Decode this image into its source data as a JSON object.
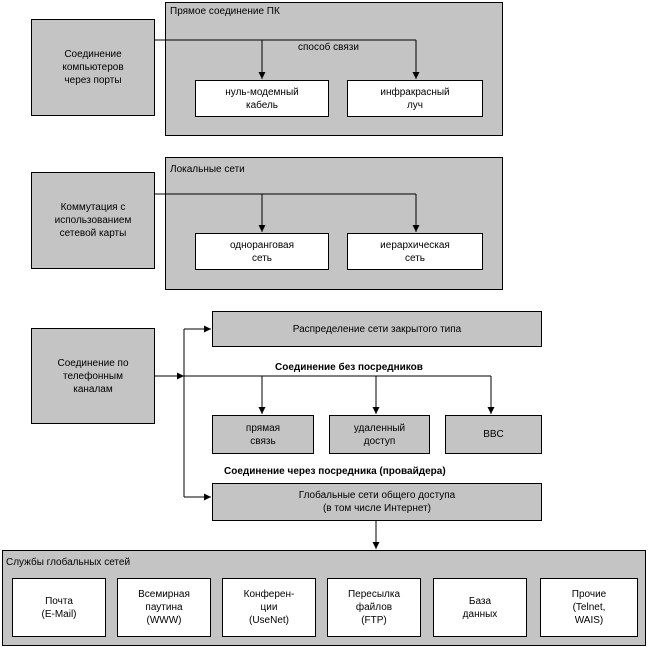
{
  "direct": {
    "left_label": "Соединение\nкомпьютеров\nчерез порты",
    "title": "Прямое соединение ПК",
    "connection_label": "способ связи",
    "options": [
      "нуль-модемный\nкабель",
      "инфракрасный\nлуч"
    ]
  },
  "local": {
    "left_label": "Коммутация с\nиспользованием\nсетевой карты",
    "title": "Локальные сети",
    "options": [
      "одноранговая\nсеть",
      "иерархическая\nсеть"
    ]
  },
  "phone": {
    "left_label": "Соединение по\nтелефонным\nканалам",
    "closed_network": "Распределение сети закрытого типа",
    "no_intermediary": "Соединение без посредников",
    "options": [
      "прямая\nсвязь",
      "удаленный\nдоступ",
      "BBC"
    ],
    "via_provider": "Соединение через посредника (провайдера)",
    "global_network": "Глобальные сети общего доступа\n(в том числе Интернет)"
  },
  "services": {
    "title": "Службы глобальных сетей",
    "items": [
      "Почта\n(E-Mail)",
      "Всемирная\nпаутина\n(WWW)",
      "Конферен-\nции\n(UseNet)",
      "Пересылка\nфайлов\n(FTP)",
      "База\nданных",
      "Прочие\n(Telnet,\nWAIS)"
    ]
  }
}
